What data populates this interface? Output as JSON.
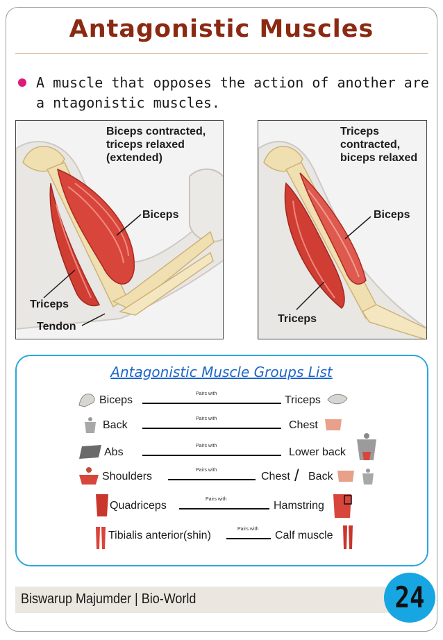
{
  "title": "Antagonistic Muscles",
  "bullet": "A muscle that opposes the action of another are a ntagonistic muscles.",
  "figure_left": {
    "caption": "Biceps contracted,\ntriceps relaxed\n(extended)",
    "label_biceps": "Biceps",
    "label_triceps": "Triceps",
    "label_tendon": "Tendon"
  },
  "figure_right": {
    "caption": "Triceps\ncontracted,\nbiceps relaxed",
    "label_biceps": "Biceps",
    "label_triceps": "Triceps"
  },
  "groups": {
    "title": "Antagonistic Muscle Groups List ",
    "pairs_with": "Pairs with",
    "rows": [
      {
        "left": "Biceps",
        "right": "Triceps"
      },
      {
        "left": "Back",
        "right": "Chest"
      },
      {
        "left": "Abs",
        "right": "Lower back"
      },
      {
        "left": "Shoulders",
        "right_a": "Chest",
        "slash": "/",
        "right_b": "Back"
      },
      {
        "left": "Quadriceps",
        "right": "Hamstring"
      },
      {
        "left": "Tibialis anterior(shin)",
        "right": "Calf muscle"
      }
    ]
  },
  "footer": {
    "author": "Biswarup Majumder | Bio-World",
    "page_number": "24"
  },
  "colors": {
    "title": "#8b2a12",
    "bullet": "#e0187a",
    "accent_blue": "#2aa6df",
    "muscle_red": "#d8453a",
    "bone": "#f0dfb0"
  }
}
